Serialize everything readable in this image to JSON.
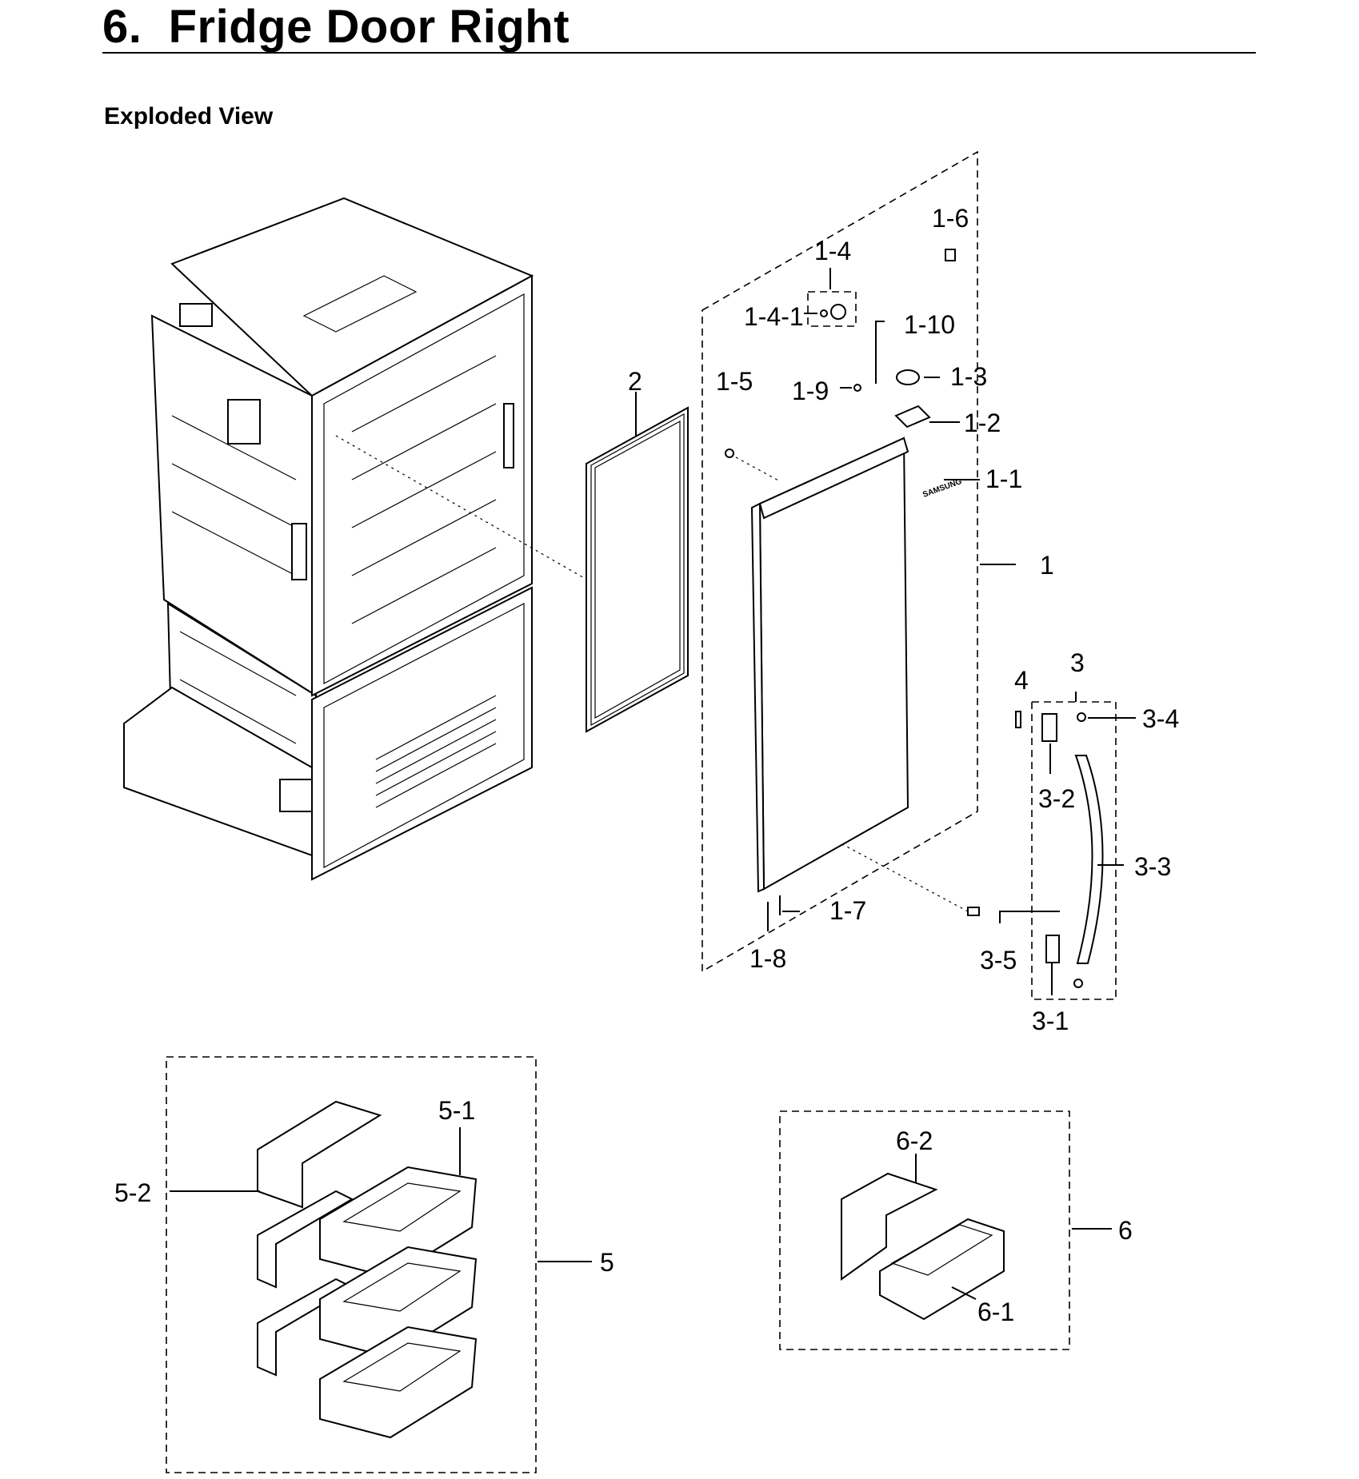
{
  "header": {
    "title": "6.  Fridge Door Right",
    "subtitle": "Exploded View"
  },
  "callouts": {
    "c_1": "1",
    "c_1_1": "1-1",
    "c_1_2": "1-2",
    "c_1_3": "1-3",
    "c_1_4": "1-4",
    "c_1_4_1": "1-4-1",
    "c_1_5": "1-5",
    "c_1_6": "1-6",
    "c_1_7": "1-7",
    "c_1_8": "1-8",
    "c_1_9": "1-9",
    "c_1_10": "1-10",
    "c_2": "2",
    "c_3": "3",
    "c_3_1": "3-1",
    "c_3_2": "3-2",
    "c_3_3": "3-3",
    "c_3_4": "3-4",
    "c_3_5": "3-5",
    "c_4": "4",
    "c_5": "5",
    "c_5_1": "5-1",
    "c_5_2": "5-2",
    "c_6": "6",
    "c_6_1": "6-1",
    "c_6_2": "6-2"
  },
  "logo_text": "SAMSUNG"
}
